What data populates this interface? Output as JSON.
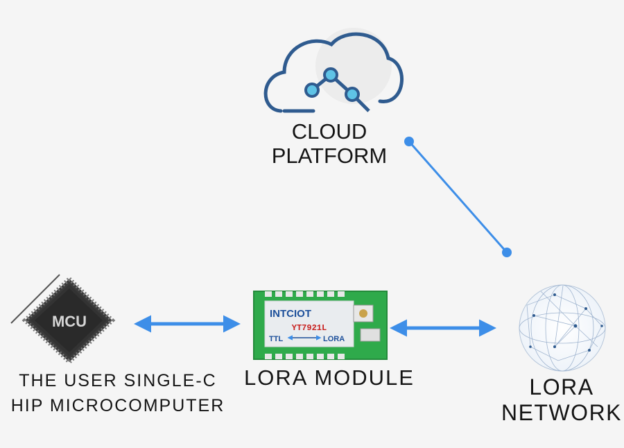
{
  "nodes": {
    "cloud": {
      "label_line1": "CLOUD",
      "label_line2": "PLATFORM"
    },
    "mcu": {
      "chip_text": "MCU",
      "label_line1": "THE USER SINGLE-C",
      "label_line2": "HIP MICROCOMPUTER"
    },
    "lora_module": {
      "label": "LORA MODULE",
      "brand": "INTCIOT",
      "model": "YT7921L",
      "ttl": "TTL",
      "lora": "LORA"
    },
    "lora_network": {
      "label_line1": "LORA",
      "label_line2": "NETWORK"
    }
  },
  "colors": {
    "accent": "#3d8ee8",
    "cloud_stroke": "#2f5b8f",
    "cloud_dot": "#5fc3e6",
    "pcb_green": "#2faa4b",
    "label_module_blue": "#1c4f9a",
    "model_red": "#c8201e"
  }
}
